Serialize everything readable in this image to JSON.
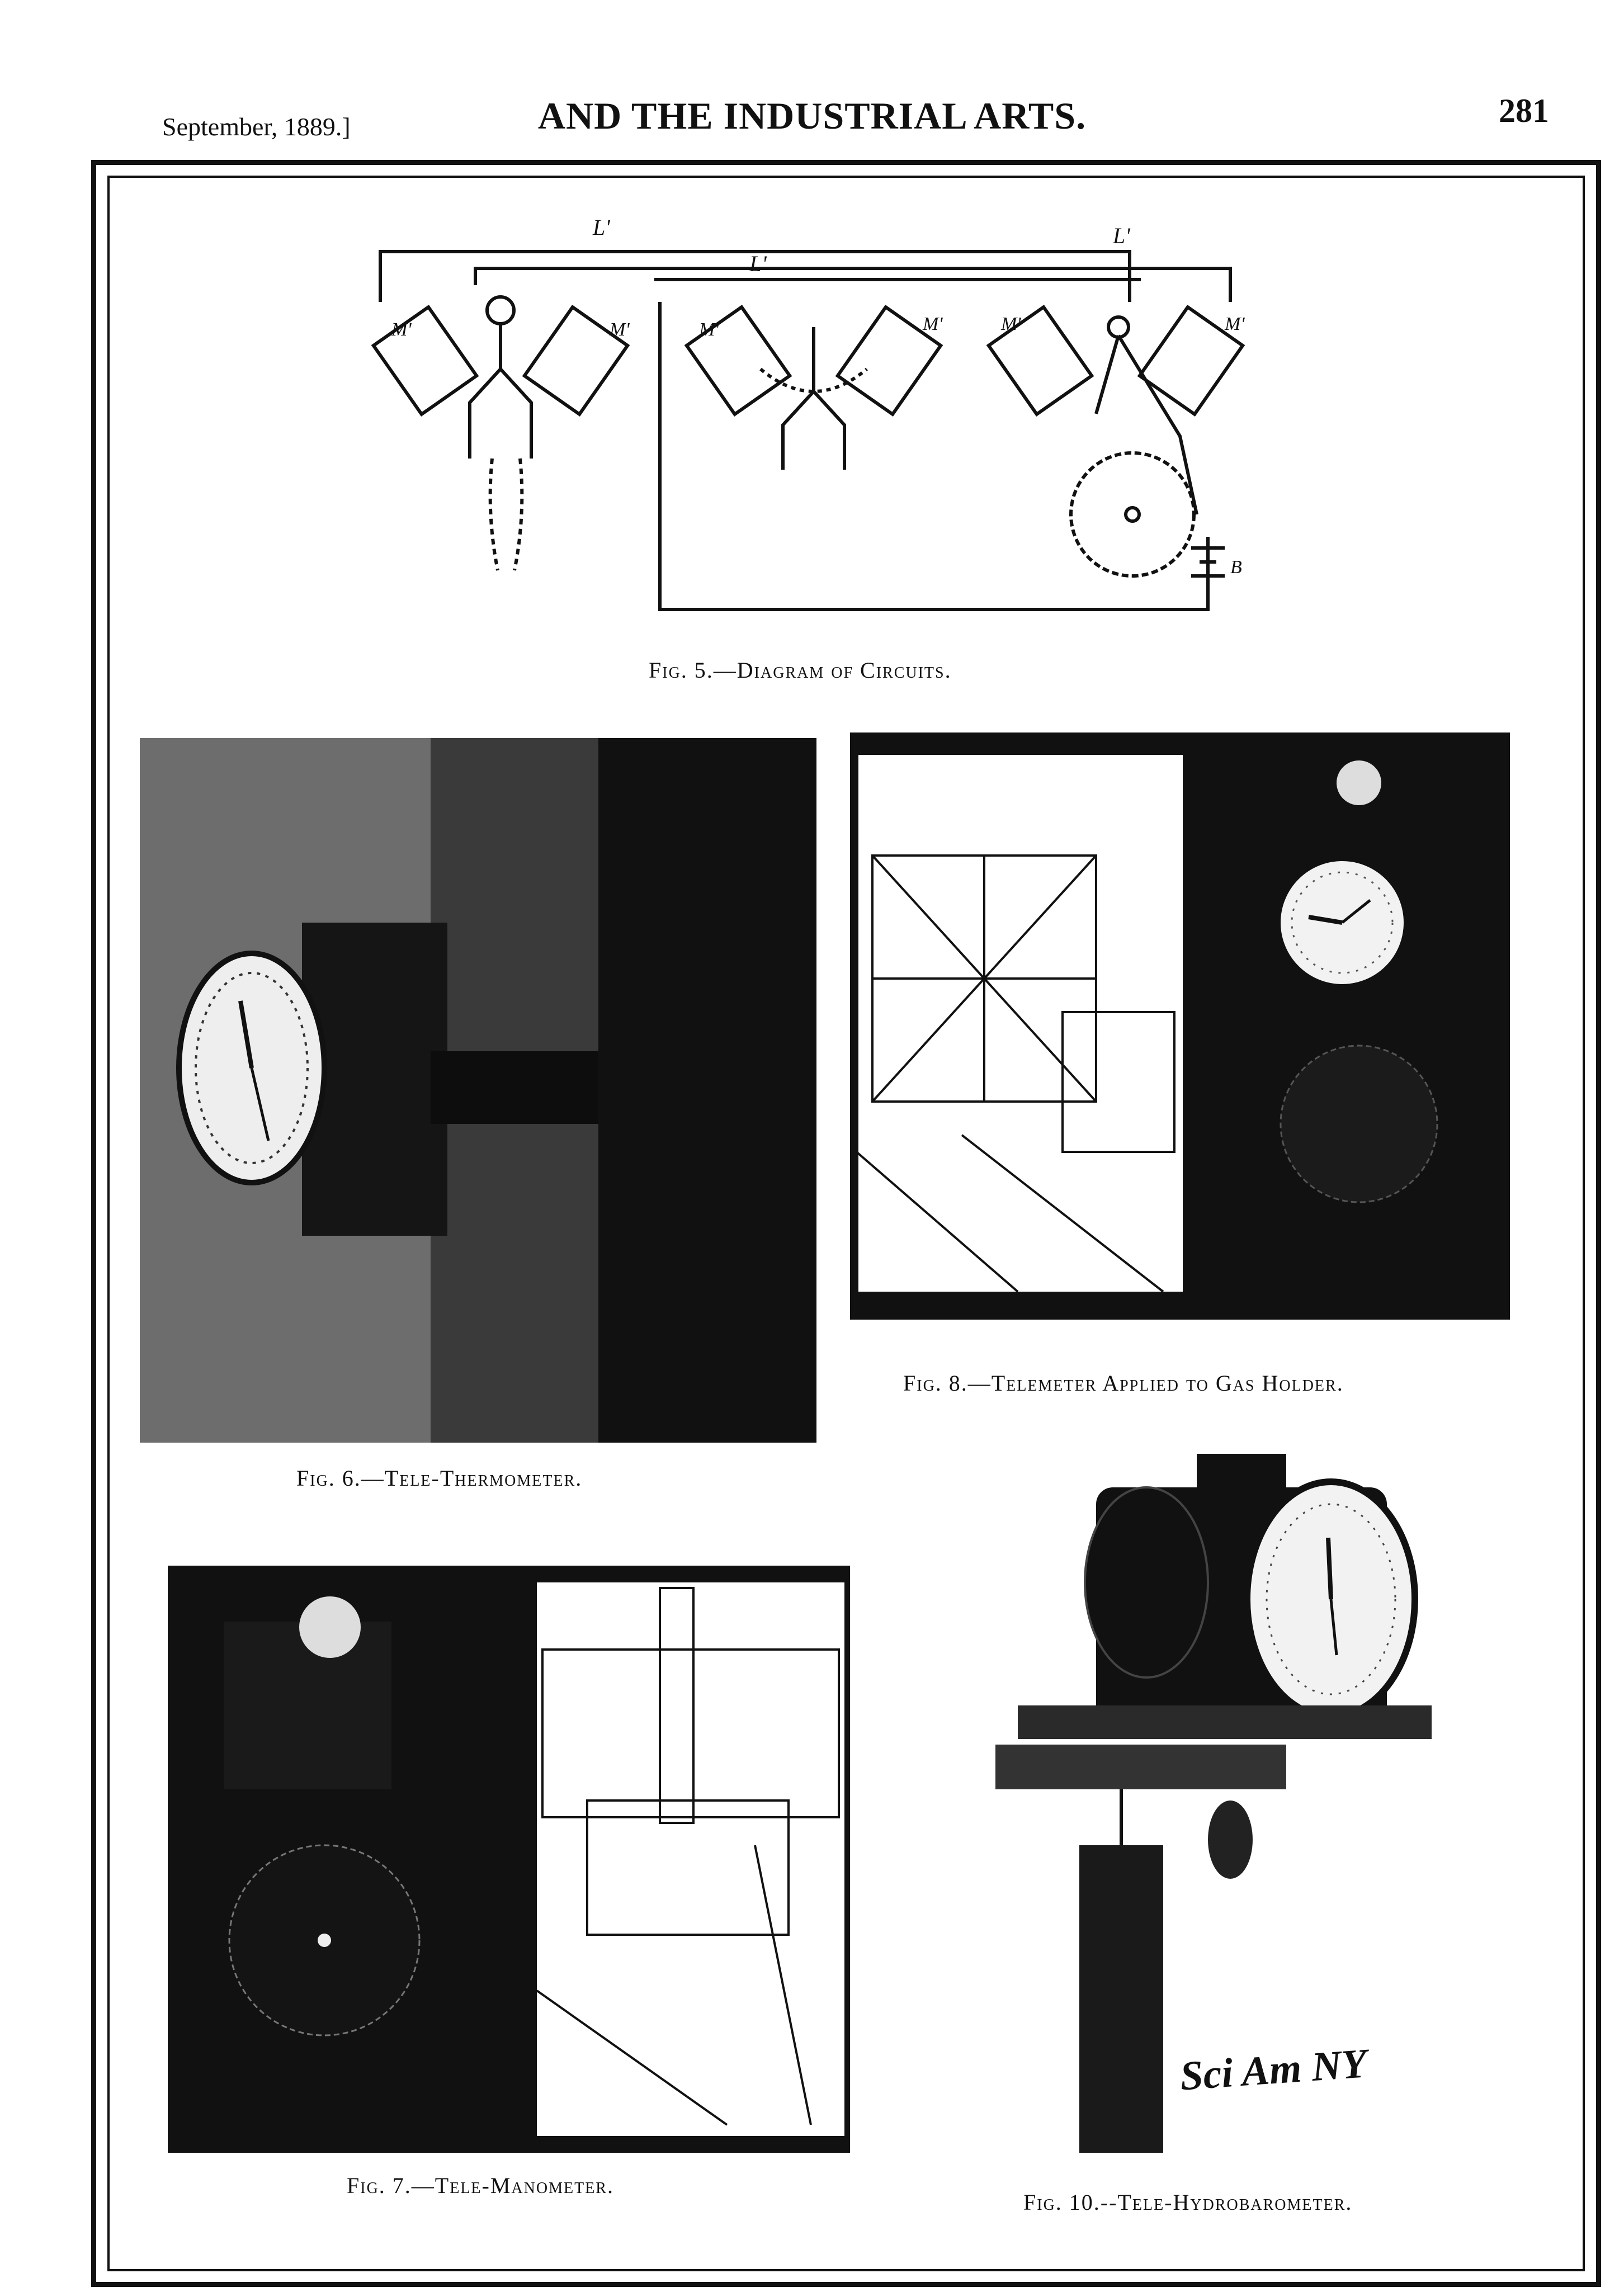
{
  "header": {
    "date": "September, 1889.]",
    "title": "AND THE INDUSTRIAL ARTS.",
    "page_number": "281"
  },
  "figures": {
    "fig5": {
      "caption": "Fig. 5.—Diagram of Circuits.",
      "labels": {
        "L1": "L'",
        "L2": "L'",
        "L3": "L'",
        "M1": "M'",
        "M2": "M'",
        "M3": "M'",
        "M4": "M'",
        "M5": "M'",
        "M6": "M'",
        "B": "B"
      }
    },
    "fig6": {
      "caption": "Fig. 6.—Tele-Thermometer."
    },
    "fig7": {
      "caption": "Fig. 7.—Tele-Manometer."
    },
    "fig8": {
      "caption": "Fig. 8.—Telemeter Applied to Gas Holder."
    },
    "fig10": {
      "caption": "Fig. 10.--Tele-Hydrobarometer."
    }
  },
  "engraver_signature": "Sci Am NY"
}
